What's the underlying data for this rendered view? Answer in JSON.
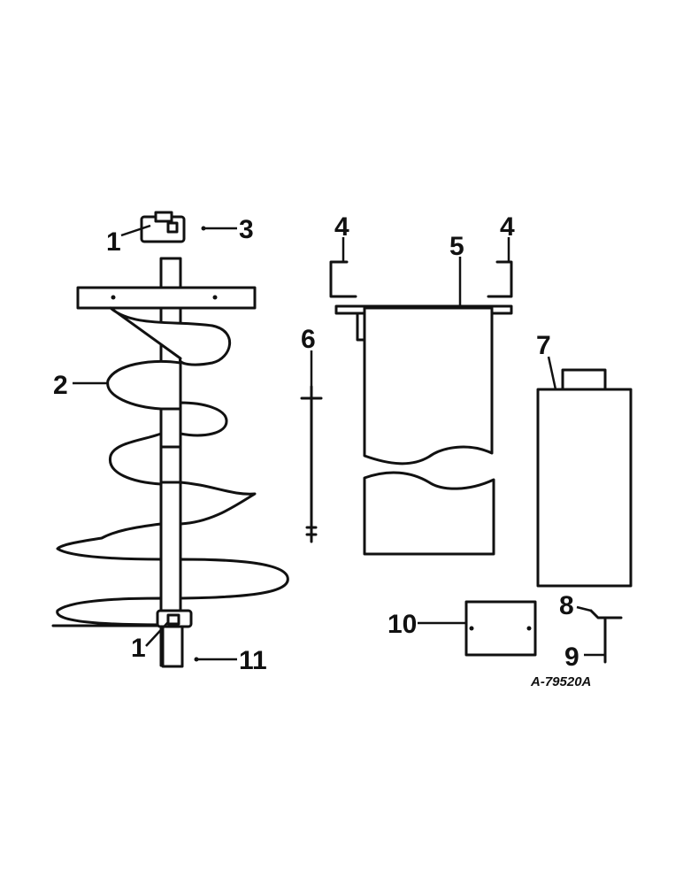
{
  "callouts": {
    "c1_top": "1",
    "c1_bottom": "1",
    "c2": "2",
    "c3": "3",
    "c4_left": "4",
    "c4_right": "4",
    "c5": "5",
    "c6": "6",
    "c7": "7",
    "c8": "8",
    "c9": "9",
    "c10": "10",
    "c11": "11"
  },
  "drawing_ref": "A-79520A"
}
